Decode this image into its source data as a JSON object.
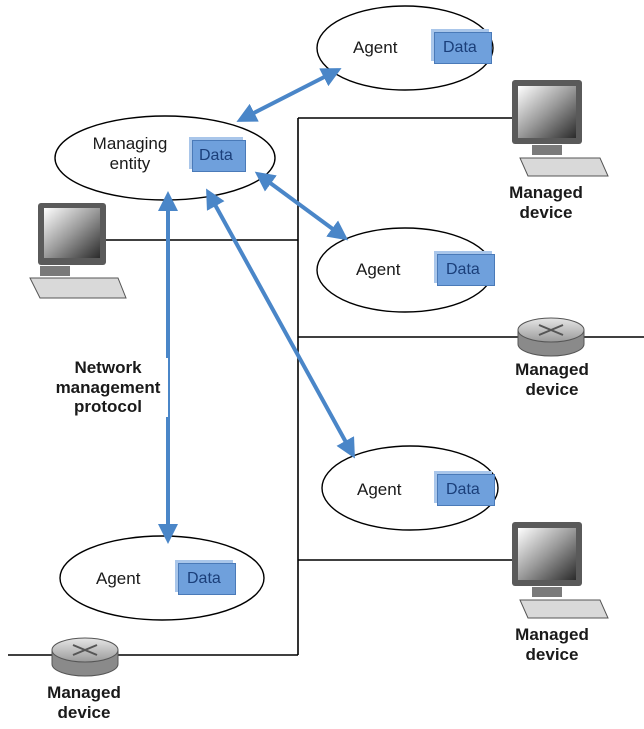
{
  "managing_entity": {
    "label_line1": "Managing",
    "label_line2": "entity",
    "data_label": "Data"
  },
  "agents": [
    {
      "label": "Agent",
      "data_label": "Data"
    },
    {
      "label": "Agent",
      "data_label": "Data"
    },
    {
      "label": "Agent",
      "data_label": "Data"
    },
    {
      "label": "Agent",
      "data_label": "Data"
    }
  ],
  "devices": [
    {
      "line1": "Managed",
      "line2": "device"
    },
    {
      "line1": "Managed",
      "line2": "device"
    },
    {
      "line1": "Managed",
      "line2": "device"
    },
    {
      "line1": "Managed",
      "line2": "device"
    }
  ],
  "protocol_label": {
    "line1": "Network",
    "line2": "management",
    "line3": "protocol"
  },
  "colors": {
    "arrow": "#4a86c8",
    "data_box": "#6fa0dc",
    "line": "#000000"
  }
}
